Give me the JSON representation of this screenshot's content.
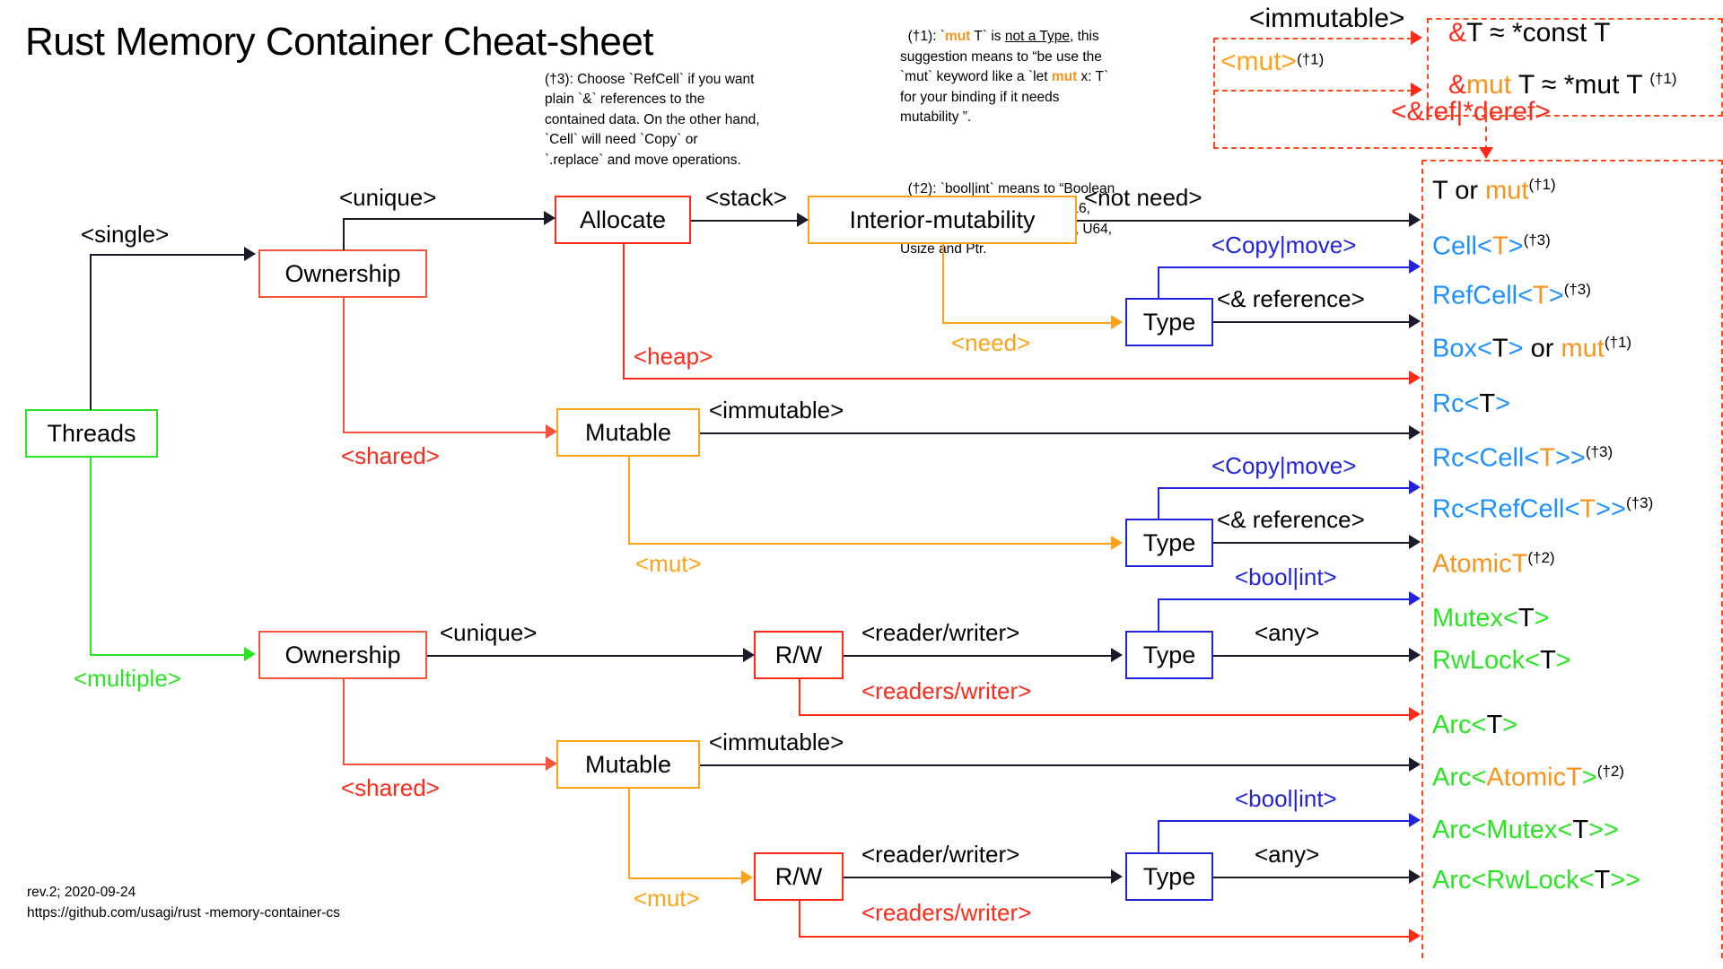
{
  "title": "Rust Memory Container Cheat-sheet",
  "notes": {
    "note3": {
      "id": "(†3)",
      "text": "(†3): Choose `RefCell` if you want plain `&` references to the contained data. On the other hand, `Cell` will need `Copy` or `.replace` and move operations."
    },
    "note1": {
      "id": "(†1)",
      "p1": "(†1): `",
      "mut": "mut",
      "p2": " T` is ",
      "emph": "not a Type",
      "p3": ", this suggestion means to “be use the `mut` keyword like a `let ",
      "mut2": "mut",
      "p4": " x: T` for your binding if it needs mutability ”."
    },
    "note2": {
      "id": "(†2)",
      "text": "(†2): `bool|int` means to “Boolean or Integral” that is Bool, I8, I16, I32, I64, Isize, U8, U16, U32, U64,  Usize and Ptr."
    }
  },
  "ref_block": {
    "immutable_label": "<immutable>",
    "mut_label": "<mut>",
    "mut_sup": "(†1)",
    "line1_amp": "&",
    "line1_rest": "T ≈ *const T",
    "line2_amp": "&",
    "line2_mut": "mut",
    "line2_rest": " T ≈ *mut T ",
    "line2_sup": "(†1)",
    "deref_label": "<&ref|*deref>"
  },
  "nodes": {
    "threads": "Threads",
    "ownership_single": "Ownership",
    "allocate": "Allocate",
    "interior_mutability": "Interior-mutability",
    "type_1": "Type",
    "mutable_single": "Mutable",
    "type_2": "Type",
    "ownership_multi": "Ownership",
    "rw_1": "R/W",
    "type_3": "Type",
    "mutable_multi": "Mutable",
    "rw_2": "R/W",
    "type_4": "Type"
  },
  "edge_labels": {
    "single": "<single>",
    "multiple": "<multiple>",
    "unique_1": "<unique>",
    "shared_1": "<shared>",
    "heap": "<heap>",
    "stack": "<stack>",
    "not_need": "<not need>",
    "need": "<need>",
    "copy_move_1": "<Copy|move>",
    "ref_1": "<& reference>",
    "immutable_1": "<immutable>",
    "mut_1": "<mut>",
    "copy_move_2": "<Copy|move>",
    "ref_2": "<& reference>",
    "unique_2": "<unique>",
    "shared_2": "<shared>",
    "reader_writer_1": "<reader/writer>",
    "readers_writer_1": "<readers/writer>",
    "bool_int_1": "<bool|int>",
    "any_1": "<any>",
    "immutable_2": "<immutable>",
    "mut_2": "<mut>",
    "reader_writer_2": "<reader/writer>",
    "readers_writer_2": "<readers/writer>",
    "bool_int_2": "<bool|int>",
    "any_2": "<any>"
  },
  "outputs": [
    {
      "name": "t-or-mut",
      "parts": [
        {
          "t": "T or ",
          "c": "k"
        },
        {
          "t": "mut",
          "c": "o"
        }
      ],
      "sup": "(†1)"
    },
    {
      "name": "cell-t",
      "parts": [
        {
          "t": "Cell<",
          "c": "b"
        },
        {
          "t": "T",
          "c": "o"
        },
        {
          "t": ">",
          "c": "b"
        }
      ],
      "sup": "(†3)"
    },
    {
      "name": "refcell-t",
      "parts": [
        {
          "t": "RefCell<",
          "c": "b"
        },
        {
          "t": "T",
          "c": "o"
        },
        {
          "t": ">",
          "c": "b"
        }
      ],
      "sup": "(†3)"
    },
    {
      "name": "box-t-or-mut",
      "parts": [
        {
          "t": "Box<",
          "c": "b"
        },
        {
          "t": "T",
          "c": "k"
        },
        {
          "t": ">",
          "c": "b"
        },
        {
          "t": " or ",
          "c": "k"
        },
        {
          "t": "mut",
          "c": "o"
        }
      ],
      "sup": "(†1)"
    },
    {
      "name": "rc-t",
      "parts": [
        {
          "t": "Rc<",
          "c": "b"
        },
        {
          "t": "T",
          "c": "k"
        },
        {
          "t": ">",
          "c": "b"
        }
      ],
      "sup": ""
    },
    {
      "name": "rc-cell-t",
      "parts": [
        {
          "t": "Rc<Cell<",
          "c": "b"
        },
        {
          "t": "T",
          "c": "o"
        },
        {
          "t": ">>",
          "c": "b"
        }
      ],
      "sup": "(†3)"
    },
    {
      "name": "rc-refcell-t",
      "parts": [
        {
          "t": "Rc<RefCell<",
          "c": "b"
        },
        {
          "t": "T",
          "c": "o"
        },
        {
          "t": ">>",
          "c": "b"
        }
      ],
      "sup": "(†3)"
    },
    {
      "name": "atomic-t",
      "parts": [
        {
          "t": "AtomicT",
          "c": "o"
        }
      ],
      "sup": "(†2)"
    },
    {
      "name": "mutex-t",
      "parts": [
        {
          "t": "Mutex<",
          "c": "g"
        },
        {
          "t": "T",
          "c": "k"
        },
        {
          "t": ">",
          "c": "g"
        }
      ],
      "sup": ""
    },
    {
      "name": "rwlock-t",
      "parts": [
        {
          "t": "RwLock<",
          "c": "g"
        },
        {
          "t": "T",
          "c": "k"
        },
        {
          "t": ">",
          "c": "g"
        }
      ],
      "sup": ""
    },
    {
      "name": "arc-t",
      "parts": [
        {
          "t": "Arc<",
          "c": "g"
        },
        {
          "t": "T",
          "c": "k"
        },
        {
          "t": ">",
          "c": "g"
        }
      ],
      "sup": ""
    },
    {
      "name": "arc-atomic-t",
      "parts": [
        {
          "t": "Arc<",
          "c": "g"
        },
        {
          "t": "AtomicT",
          "c": "o"
        },
        {
          "t": ">",
          "c": "g"
        }
      ],
      "sup": "(†2)"
    },
    {
      "name": "arc-mutex-t",
      "parts": [
        {
          "t": "Arc<Mutex<",
          "c": "g"
        },
        {
          "t": "T",
          "c": "k"
        },
        {
          "t": ">>",
          "c": "g"
        }
      ],
      "sup": ""
    },
    {
      "name": "arc-rwlock-t",
      "parts": [
        {
          "t": "Arc<RwLock<",
          "c": "g"
        },
        {
          "t": "T",
          "c": "k"
        },
        {
          "t": ">>",
          "c": "g"
        }
      ],
      "sup": ""
    }
  ],
  "footer": "rev.2; 2020-09-24\nhttps://github.com/usagi/rust -memory-container-cs",
  "colors": {
    "red": "#FF2A18",
    "red_frame": "#FF4A1E",
    "orange": "#FFA21A",
    "orange_text": "#F7941E",
    "blue_line": "#2323DC",
    "blue_text": "#1E90FF",
    "green": "#2BE524",
    "black": "#1A1A28"
  }
}
